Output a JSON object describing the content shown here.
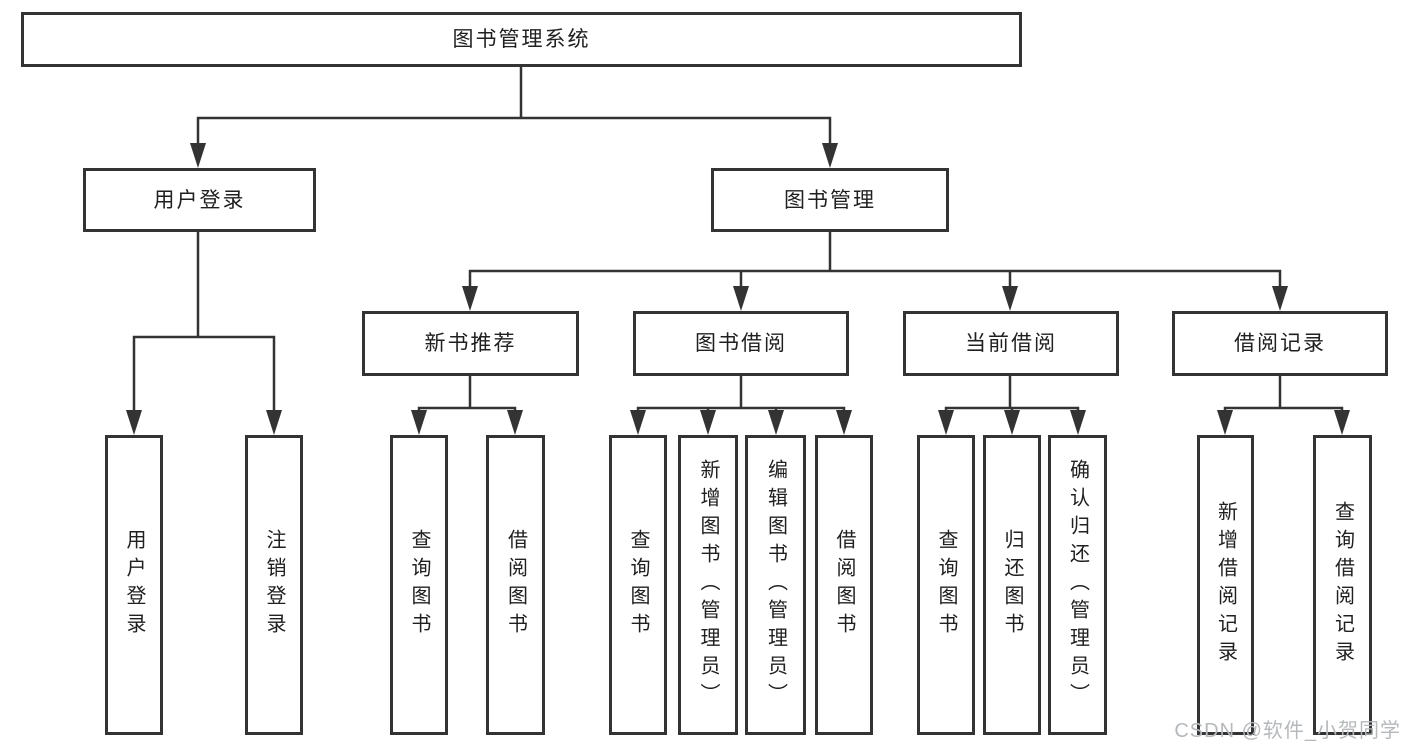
{
  "colors": {
    "line": "#333333",
    "text": "#202020",
    "background": "#ffffff",
    "watermark": "#b5b9bb"
  },
  "watermark": {
    "text": "CSDN @软件_小贺同学"
  },
  "diagram": {
    "root": {
      "label": "图书管理系统"
    },
    "user_login_branch": {
      "label": "用户登录",
      "children": [
        {
          "label": "用户登录"
        },
        {
          "label": "注销登录"
        }
      ]
    },
    "book_mgmt_branch": {
      "label": "图书管理",
      "sections": [
        {
          "label": "新书推荐",
          "children": [
            {
              "label": "查询图书"
            },
            {
              "label": "借阅图书"
            }
          ]
        },
        {
          "label": "图书借阅",
          "children": [
            {
              "label": "查询图书"
            },
            {
              "label": "新增图书（管理员）"
            },
            {
              "label": "编辑图书（管理员）"
            },
            {
              "label": "借阅图书"
            }
          ]
        },
        {
          "label": "当前借阅",
          "children": [
            {
              "label": "查询图书"
            },
            {
              "label": "归还图书"
            },
            {
              "label": "确认归还（管理员）"
            }
          ]
        },
        {
          "label": "借阅记录",
          "children": [
            {
              "label": "新增借阅记录"
            },
            {
              "label": "查询借阅记录"
            }
          ]
        }
      ]
    }
  }
}
